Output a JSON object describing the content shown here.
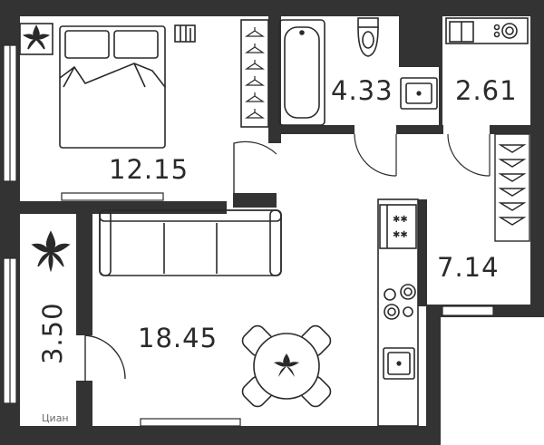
{
  "floorplan": {
    "rooms": {
      "bedroom": {
        "area": "12.15"
      },
      "bathroom": {
        "area": "4.33"
      },
      "wc": {
        "area": "2.61"
      },
      "hall": {
        "area": "7.14"
      },
      "living": {
        "area": "18.45"
      },
      "balcony": {
        "area": "3.50"
      }
    },
    "watermark": "Циан",
    "colors": {
      "wall": "#333333",
      "line": "#2a2a2a",
      "background": "#ffffff"
    }
  }
}
